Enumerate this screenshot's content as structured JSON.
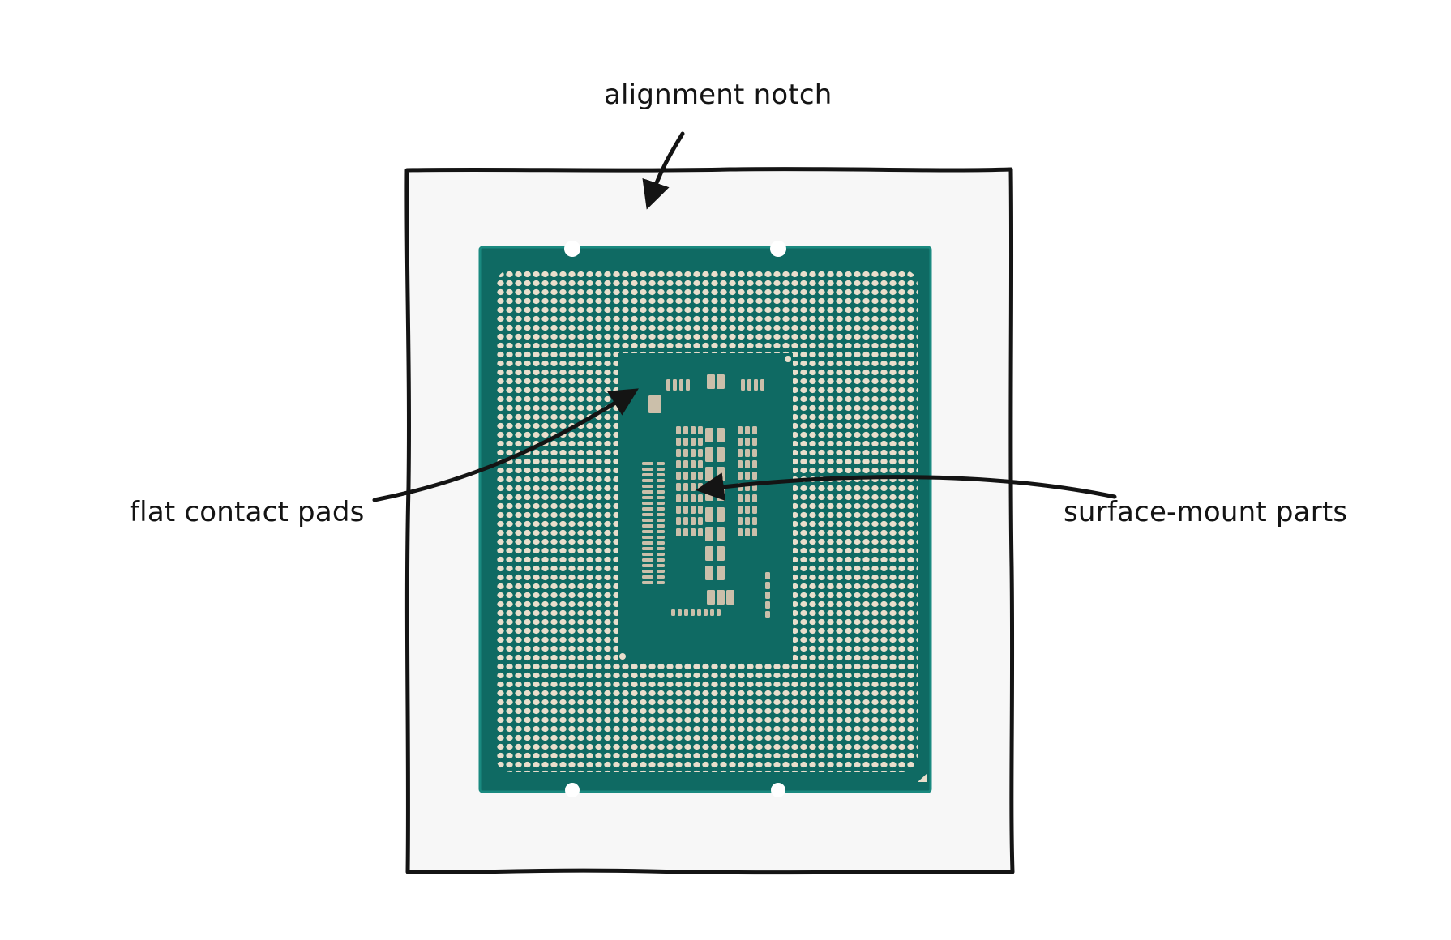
{
  "labels": {
    "alignment_notch": "alignment notch",
    "flat_contact_pads": "flat contact pads",
    "surface_mount_parts": "surface-mount parts"
  },
  "colors": {
    "substrate": "#0f6a63",
    "substrate_edge": "#1a8a80",
    "pad": "#e9decc",
    "component": "#cbbfaa",
    "ink": "#141414",
    "frame_fill": "#f7f7f7"
  },
  "icons": {
    "arrow": "hand-drawn-arrow",
    "chip": "cpu-lga-underside"
  }
}
